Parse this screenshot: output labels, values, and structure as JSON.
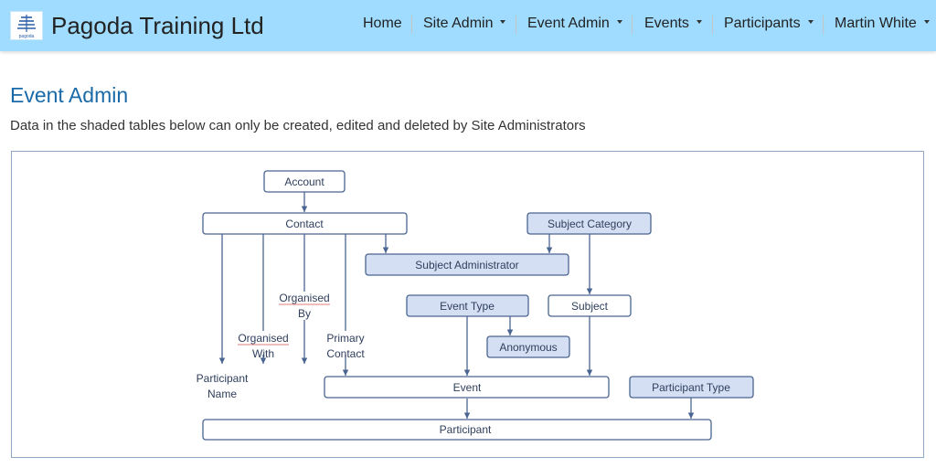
{
  "app": {
    "brand": "Pagoda Training Ltd",
    "logo_icon": "pagoda-logo-icon",
    "logo_text": "pagoda"
  },
  "nav": {
    "items": [
      {
        "label": "Home",
        "dropdown": false
      },
      {
        "label": "Site Admin",
        "dropdown": true
      },
      {
        "label": "Event Admin",
        "dropdown": true
      },
      {
        "label": "Events",
        "dropdown": true
      },
      {
        "label": "Participants",
        "dropdown": true
      },
      {
        "label": "Martin White",
        "dropdown": true
      }
    ]
  },
  "page": {
    "title": "Event Admin",
    "description": "Data in the shaded tables below can only be created, edited and deleted by Site Administrators"
  },
  "diagram": {
    "entities": {
      "account": "Account",
      "contact": "Contact",
      "subject_category": "Subject Category",
      "subject_administrator": "Subject Administrator",
      "event_type": "Event Type",
      "subject": "Subject",
      "anonymous": "Anonymous",
      "event": "Event",
      "participant_type": "Participant Type",
      "participant": "Participant"
    },
    "relations": {
      "organised_by_1": "Organised",
      "organised_by_2": "By",
      "organised_with_1": "Organised",
      "organised_with_2": "With",
      "primary_contact_1": "Primary",
      "primary_contact_2": "Contact",
      "participant_name_1": "Participant",
      "participant_name_2": "Name"
    }
  },
  "colors": {
    "header_bg": "#9fdcff",
    "title": "#1a6aa8",
    "shaded_fill": "#d5dff3",
    "box_stroke": "#4a6591"
  }
}
